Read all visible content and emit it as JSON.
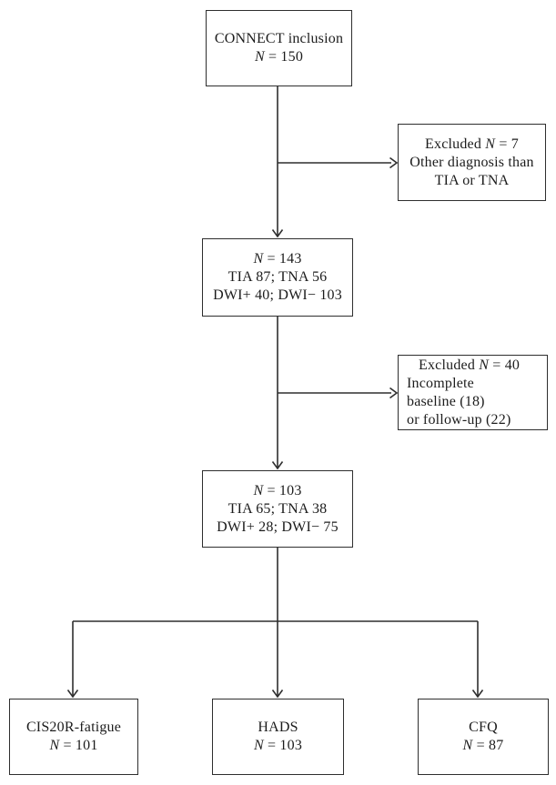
{
  "diagram": {
    "type": "flowchart",
    "description": "Study inclusion flow diagram",
    "colors": {
      "line": "#2e2e2e",
      "text": "#1c1c1c",
      "background": "#ffffff"
    },
    "nodes": {
      "connect_inclusion": {
        "lines": [
          "CONNECT inclusion",
          "N = 150"
        ]
      },
      "excluded_diagnosis": {
        "lines": [
          "Excluded N = 7",
          "Other diagnosis than",
          "TIA or TNA"
        ]
      },
      "cohort_143": {
        "lines": [
          "N = 143",
          "TIA 87; TNA 56",
          "DWI+ 40; DWI− 103"
        ]
      },
      "excluded_incomplete": {
        "lines": [
          "Excluded N = 40",
          "Incomplete",
          "baseline (18)",
          "or follow-up (22)"
        ]
      },
      "cohort_103": {
        "lines": [
          "N = 103",
          "TIA 65; TNA 38",
          "DWI+ 28; DWI− 75"
        ]
      },
      "cis20r_fatigue": {
        "lines": [
          "CIS20R-fatigue",
          "N = 101"
        ]
      },
      "hads": {
        "lines": [
          "HADS",
          "N = 103"
        ]
      },
      "cfq": {
        "lines": [
          "CFQ",
          "N = 87"
        ]
      }
    }
  }
}
